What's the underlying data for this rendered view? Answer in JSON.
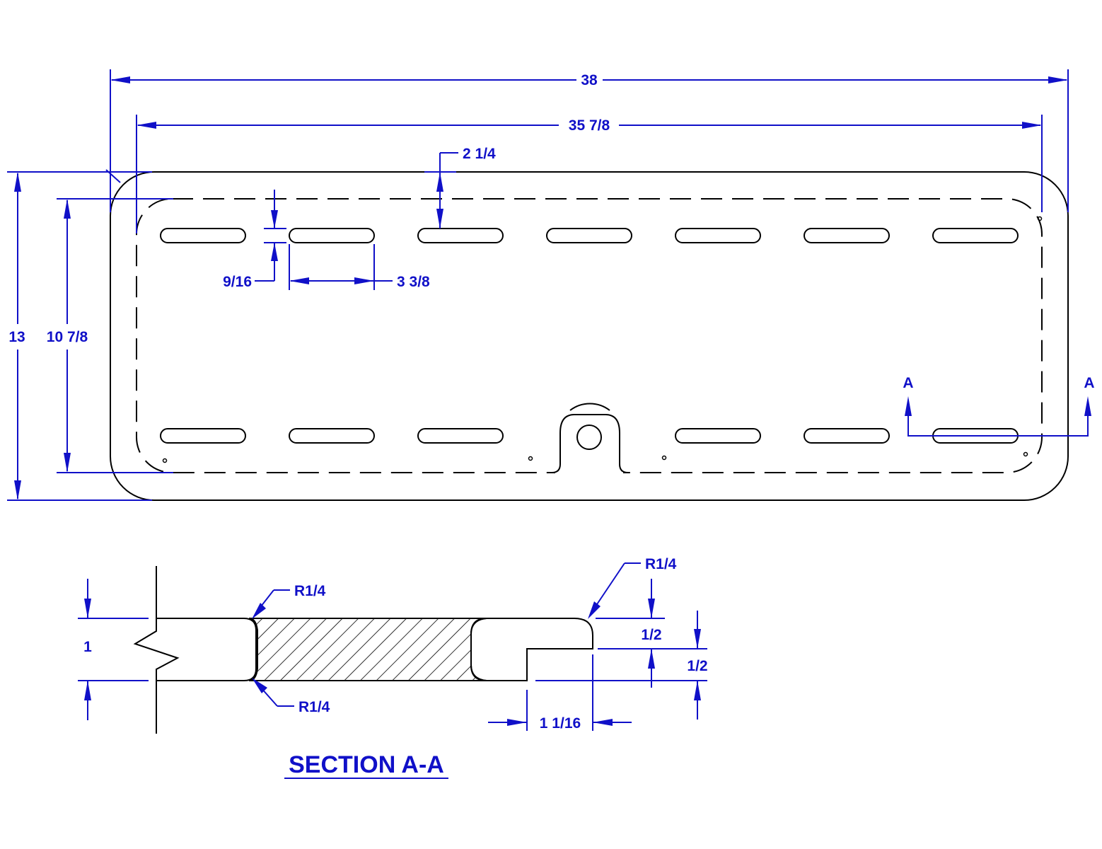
{
  "plan_view": {
    "overall_length": "38",
    "inner_length": "35 7/8",
    "slot_offset": "2 1/4",
    "slot_width": "9/16",
    "slot_length": "3 3/8",
    "overall_width": "13",
    "inner_width": "10 7/8",
    "section_cut_label_left": "A",
    "section_cut_label_right": "A"
  },
  "section_view": {
    "thickness": "1",
    "radius_top_left": "R1/4",
    "radius_bottom_left": "R1/4",
    "radius_top_right": "R1/4",
    "lip_height": "1/2",
    "step_height": "1/2",
    "lip_width": "1 1/16",
    "title": "SECTION A-A"
  },
  "colors": {
    "dimension": "#1010c8",
    "object": "#000000"
  }
}
